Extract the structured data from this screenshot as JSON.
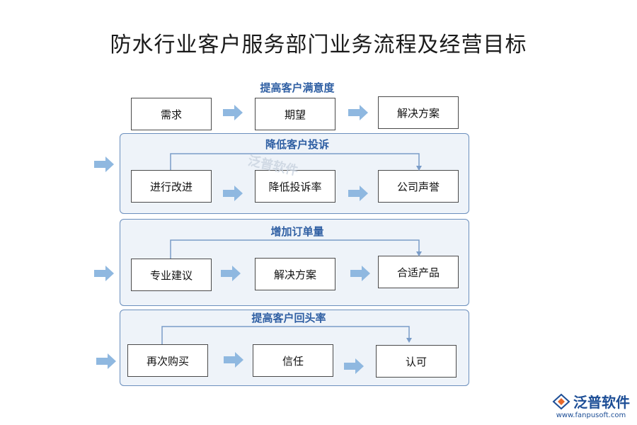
{
  "title": "防水行业客户服务部门业务流程及经营目标",
  "sections": [
    {
      "label": "提高客户满意度",
      "boxes": [
        "需求",
        "期望",
        "解决方案"
      ]
    },
    {
      "label": "降低客户投诉",
      "boxes": [
        "进行改进",
        "降低投诉率",
        "公司声誉"
      ]
    },
    {
      "label": "增加订单量",
      "boxes": [
        "专业建议",
        "解决方案",
        "合适产品"
      ]
    },
    {
      "label": "提高客户回头率",
      "boxes": [
        "再次购买",
        "信任",
        "认可"
      ]
    }
  ],
  "watermark": "泛普软件",
  "brand": {
    "name": "泛普软件",
    "url": "www.fanpusoft.com"
  },
  "colors": {
    "panel_border": "#6b8fbd",
    "panel_fill": "#eef3f9",
    "label": "#2f5fa3",
    "arrow": "#8fb8e0",
    "connector": "#7a9cc8"
  }
}
